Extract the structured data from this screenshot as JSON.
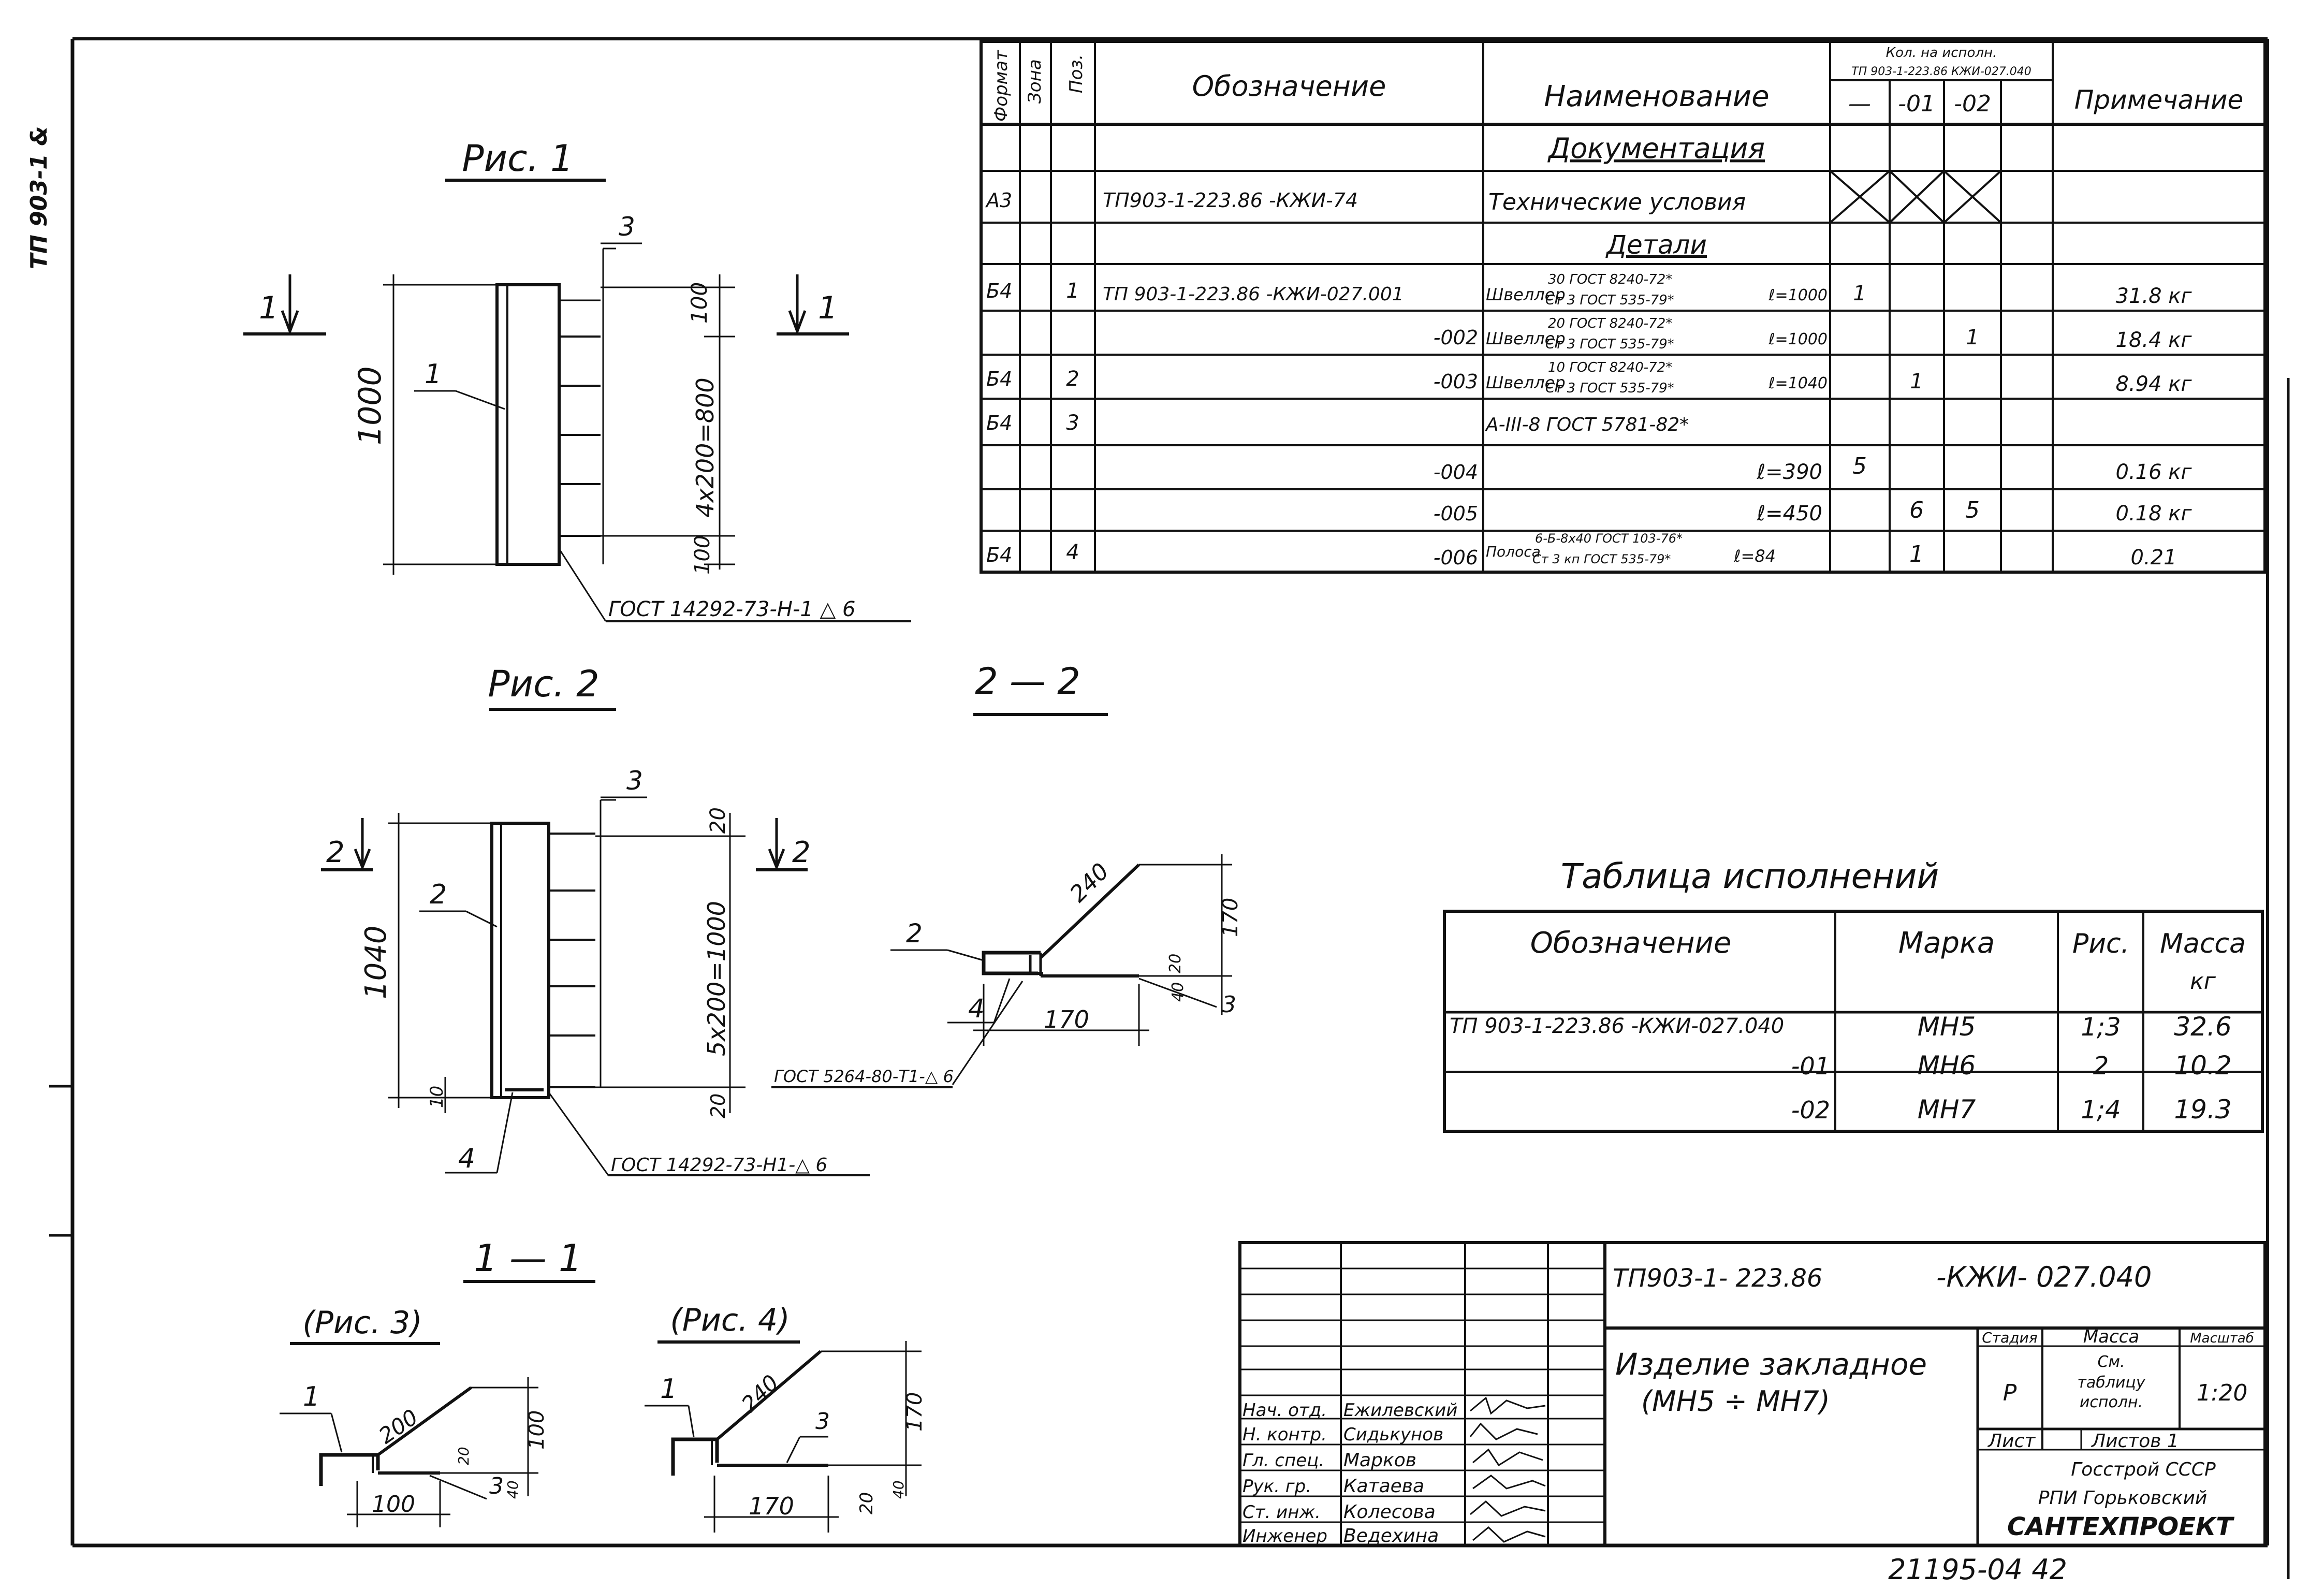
{
  "side_stamp": "ТП 903-1 &",
  "spec": {
    "headers": {
      "format": "Формат",
      "zone": "Зона",
      "pos": "Поз.",
      "designation": "Обозначение",
      "name": "Наименование",
      "qty_title_1": "Кол. на исполн.",
      "qty_title_2": "ТП 903-1-223.86 КЖИ-027.040",
      "col_base": "—",
      "col_01": "-01",
      "col_02": "-02",
      "note": "Примечание"
    },
    "section_docs": "Документация",
    "section_parts": "Детали",
    "rows": [
      {
        "format": "А3",
        "pos": "",
        "designation": "ТП903-1-223.86   -КЖИ-74",
        "name": "Технические условия",
        "q0": "",
        "q1": "",
        "q2": "",
        "note": ""
      },
      {
        "format": "Б4",
        "pos": "1",
        "designation": "ТП 903-1-223.86  -КЖИ-027.001",
        "name_main": "Швеллер",
        "name_top": "30 ГОСТ 8240-72*",
        "name_bottom": "Ст 3 ГОСТ 535-79*",
        "length": "ℓ=1000",
        "q0": "1",
        "q1": "",
        "q2": "",
        "note": "31.8 кг"
      },
      {
        "format": "",
        "pos": "",
        "designation": "-002",
        "name_main": "Швеллер",
        "name_top": "20 ГОСТ 8240-72*",
        "name_bottom": "Ст 3 ГОСТ 535-79*",
        "length": "ℓ=1000",
        "q0": "",
        "q1": "",
        "q2": "1",
        "note": "18.4 кг"
      },
      {
        "format": "Б4",
        "pos": "2",
        "designation": "-003",
        "name_main": "Швеллер",
        "name_top": "10 ГОСТ 8240-72*",
        "name_bottom": "Ст 3 ГОСТ 535-79*",
        "length": "ℓ=1040",
        "q0": "",
        "q1": "1",
        "q2": "",
        "note": "8.94 кг"
      },
      {
        "format": "Б4",
        "pos": "3",
        "designation": "",
        "name": "А-III-8  ГОСТ 5781-82*",
        "q0": "",
        "q1": "",
        "q2": "",
        "note": ""
      },
      {
        "format": "",
        "pos": "",
        "designation": "-004",
        "length": "ℓ=390",
        "q0": "5",
        "q1": "",
        "q2": "",
        "note": "0.16 кг"
      },
      {
        "format": "",
        "pos": "",
        "designation": "-005",
        "length": "ℓ=450",
        "q0": "",
        "q1": "6",
        "q2": "5",
        "note": "0.18 кг"
      },
      {
        "format": "Б4",
        "pos": "4",
        "designation": "-006",
        "name_main": "Полоса",
        "name_top": "6-Б-8x40 ГОСТ 103-76*",
        "name_bottom": "Ст 3 кп ГОСТ 535-79*",
        "length": "ℓ=84",
        "q0": "",
        "q1": "1",
        "q2": "",
        "note": "0.21"
      }
    ]
  },
  "figures": {
    "fig1_title": "Рис. 1",
    "fig2_title": "Рис. 2",
    "sec22_title": "2 — 2",
    "sec11_title": "1 — 1",
    "fig3_title": "(Рис. 3)",
    "fig4_title": "(Рис. 4)",
    "cut1": "1",
    "cut2": "2",
    "fig1": {
      "dim_total": "1000",
      "dim_top": "100",
      "dim_mid": "4x200=800",
      "dim_bottom": "100",
      "lead_1": "1",
      "lead_3": "3",
      "weld": "ГОСТ 14292-73-Н-1 △ 6"
    },
    "fig2": {
      "dim_total": "1040",
      "dim_top": "20",
      "dim_mid": "5x200=1000",
      "dim_bottom": "20",
      "dim_left": "10",
      "lead_2": "2",
      "lead_3": "3",
      "lead_4": "4",
      "weld": "ГОСТ 14292-73-Н1-△ 6"
    },
    "sec22": {
      "lead_2": "2",
      "lead_4": "4",
      "lead_3": "3",
      "dim_240": "240",
      "dim_170v": "170",
      "dim_20": "20",
      "dim_40": "40",
      "dim_170": "170",
      "weld": "ГОСТ 5264-80-Т1-△ 6"
    },
    "fig3": {
      "lead_1": "1",
      "lead_3": "3",
      "dim_200": "200",
      "dim_20": "20",
      "dim_100v": "100",
      "dim_40": "40",
      "dim_100": "100"
    },
    "fig4": {
      "lead_1": "1",
      "lead_3": "3",
      "dim_240": "240",
      "dim_170v": "170",
      "dim_20": "20",
      "dim_40": "40",
      "dim_170": "170"
    }
  },
  "variants": {
    "title": "Таблица исполнений",
    "headers": {
      "designation": "Обозначение",
      "mark": "Марка",
      "fig": "Рис.",
      "mass": "Масса",
      "mass_unit": "кг"
    },
    "rows": [
      {
        "designation": "ТП 903-1-223.86 -КЖИ-027.040",
        "mark": "МН5",
        "fig": "1;3",
        "mass": "32.6"
      },
      {
        "designation": "-01",
        "mark": "МН6",
        "fig": "2",
        "mass": "10.2"
      },
      {
        "designation": "-02",
        "mark": "МН7",
        "fig": "1;4",
        "mass": "19.3"
      }
    ]
  },
  "title_block": {
    "doc_code_a": "ТП903-1- 223.86",
    "doc_code_b": "-КЖИ- 027.040",
    "item_name_1": "Изделие закладное",
    "item_name_2": "(МН5 ÷ МН7)",
    "stage_label": "Стадия",
    "mass_label": "Масса",
    "scale_label": "Масштаб",
    "stage_value": "Р",
    "mass_value_1": "См.",
    "mass_value_2": "таблицу",
    "mass_value_3": "исполн.",
    "scale_value": "1:20",
    "sheet_label": "Лист",
    "sheets_label": "Листов 1",
    "org_1": "Госстрой СССР",
    "org_2": "РПИ Горьковский",
    "org_3": "САНТЕХПРОЕКТ",
    "staff": [
      {
        "role": "Нач. отд.",
        "name": "Ежилевский"
      },
      {
        "role": "Н. контр.",
        "name": "Сидькунов"
      },
      {
        "role": "Гл. спец.",
        "name": "Марков"
      },
      {
        "role": "Рук. гр.",
        "name": "Катаева"
      },
      {
        "role": "Ст. инж.",
        "name": "Колесова"
      },
      {
        "role": "Инженер",
        "name": "Ведехина"
      }
    ]
  },
  "footer_number": "21195-04   42"
}
